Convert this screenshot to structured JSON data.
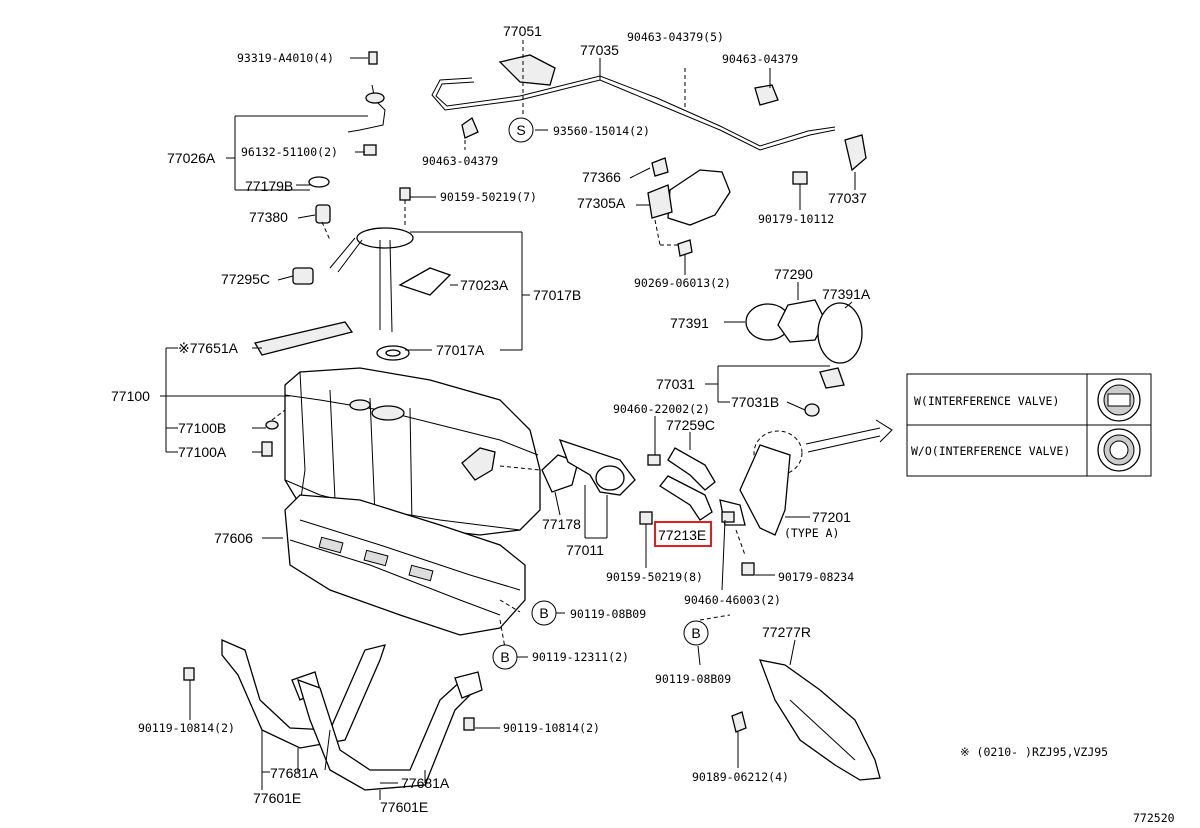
{
  "labels": {
    "p77051": "77051",
    "p77035": "77035",
    "p90463_04379_5": "90463-04379(5)",
    "p90463_04379_r": "90463-04379",
    "p93319": "93319-A4010(4)",
    "p77026A": "77026A",
    "p96132": "96132-51100(2)",
    "p77179B": "77179B",
    "p90463_04379_l": "90463-04379",
    "p93560": "93560-15014(2)",
    "p77366": "77366",
    "p77305A": "77305A",
    "p77037": "77037",
    "p90179_10112": "90179-10112",
    "p90159_7": "90159-50219(7)",
    "p77380": "77380",
    "p77295C": "77295C",
    "p77023A": "77023A",
    "p77017B": "77017B",
    "p90269": "90269-06013(2)",
    "p77290": "77290",
    "p77391A": "77391A",
    "p77391": "77391",
    "p77651A": "※77651A",
    "p77017A": "77017A",
    "p77031": "77031",
    "p77100": "77100",
    "p90460_22002": "90460-22002(2)",
    "p77031B": "77031B",
    "p77100B": "77100B",
    "p77259C": "77259C",
    "p77100A": "77100A",
    "p77178": "77178",
    "p77201": "77201",
    "p77201_type": "(TYPE A)",
    "p77213E": "77213E",
    "p77606": "77606",
    "p77011": "77011",
    "p90159_8": "90159-50219(8)",
    "p90179_08234": "90179-08234",
    "p90460_46003": "90460-46003(2)",
    "p90119_08B09_a": "90119-08B09",
    "p77277R": "77277R",
    "p90119_12311": "90119-12311(2)",
    "p90119_08B09_b": "90119-08B09",
    "p90119_10814_l": "90119-10814(2)",
    "p90119_10814_r": "90119-10814(2)",
    "p77681A_l": "77681A",
    "p77601E_l": "77601E",
    "p77681A_r": "77681A",
    "p77601E_r": "77601E",
    "p90189": "90189-06212(4)",
    "footnote": "※ (0210-      )RZJ95,VZJ95",
    "diagram_id": "772520"
  },
  "circle_marks": {
    "s": "S",
    "b1": "B",
    "b2": "B",
    "b3": "B"
  },
  "legend": {
    "row1": "W(INTERFERENCE VALVE)",
    "row2": "W/O(INTERFERENCE VALVE)"
  },
  "highlight": {
    "part": "77213E",
    "color": "#e02020"
  }
}
